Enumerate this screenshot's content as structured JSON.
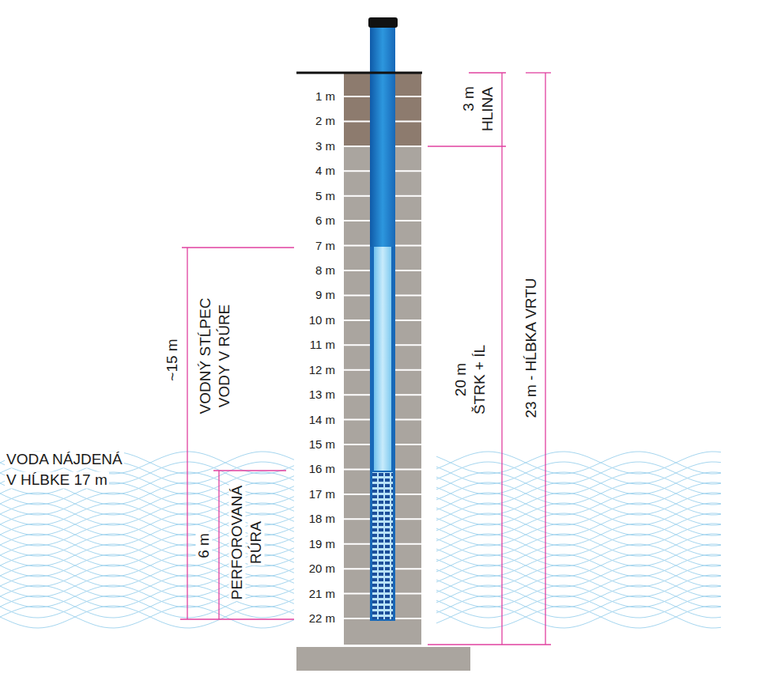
{
  "diagram": {
    "labels": [
      "1 m",
      "2 m",
      "3 m",
      "4 m",
      "5 m",
      "6 m",
      "7 m",
      "8 m",
      "9 m",
      "10 m",
      "11 m",
      "12 m",
      "13 m",
      "14 m",
      "15 m",
      "16 m",
      "17 m",
      "18 m",
      "19 m",
      "20 m",
      "21 m",
      "22 m",
      "VODA NÁJDENÁ",
      "V HĹBKE 17 m",
      "~15 m",
      "VODNÝ STĹPEC",
      "VODY V RÚRE",
      "6 m",
      "PERFOROVANÁ",
      "RÚRA",
      "3 m",
      "HLINA",
      "20 m",
      "ŠTRK + ÍL",
      "23 m - HĹBKA VRTU"
    ]
  }
}
